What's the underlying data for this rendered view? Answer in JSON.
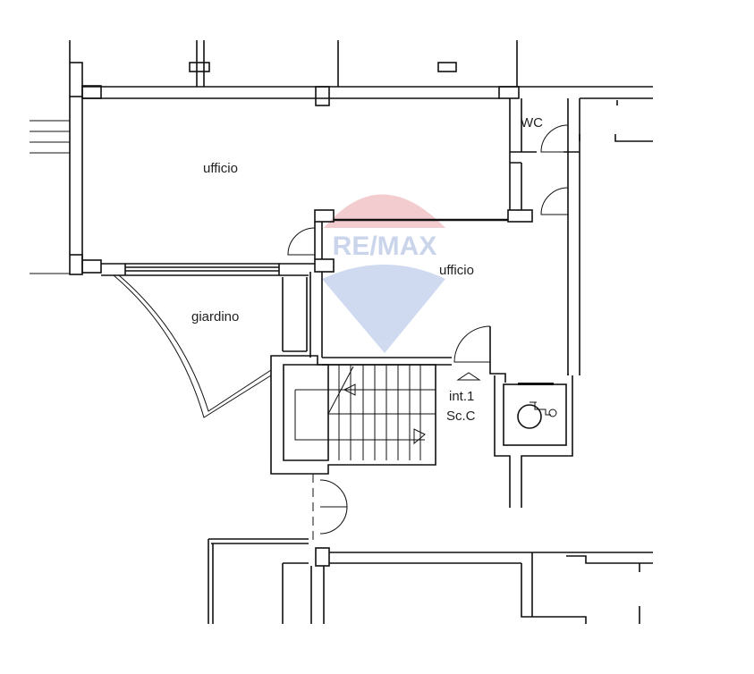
{
  "plan": {
    "rooms": {
      "office_top": "ufficio",
      "office_right": "ufficio",
      "garden": "giardino",
      "wc": "WC"
    },
    "stair_label": {
      "unit": "int.1",
      "staircase": "Sc.C"
    },
    "icons": [
      "wheelchair-lift-icon",
      "stair-arrow-icon",
      "up-triangle-icon"
    ]
  },
  "watermark": {
    "logo_text": "RE/MAX",
    "colors": {
      "red": "#e8a0a8",
      "blue": "#b8c8e8"
    }
  }
}
